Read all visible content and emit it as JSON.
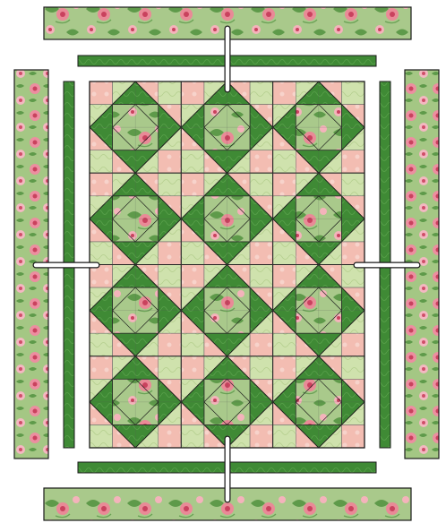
{
  "diagram": {
    "type": "quilt-assembly",
    "quilt_block_grid": {
      "columns": 3,
      "rows": 4
    },
    "colors": {
      "dark_green": "#3f8a35",
      "dark_green_edge": "#2f6e28",
      "light_green": "#c9dea6",
      "pale_green": "#d8e7bc",
      "pink": "#f1b7ad",
      "pale_pink": "#f7cfc6",
      "floral_bg": "#a9c98b",
      "floral_pink": "#e98a97",
      "floral_deep": "#c9425e",
      "floral_leaf": "#5e9a4a",
      "outline": "#1a1a1a",
      "arrow": "#ffffff"
    }
  }
}
